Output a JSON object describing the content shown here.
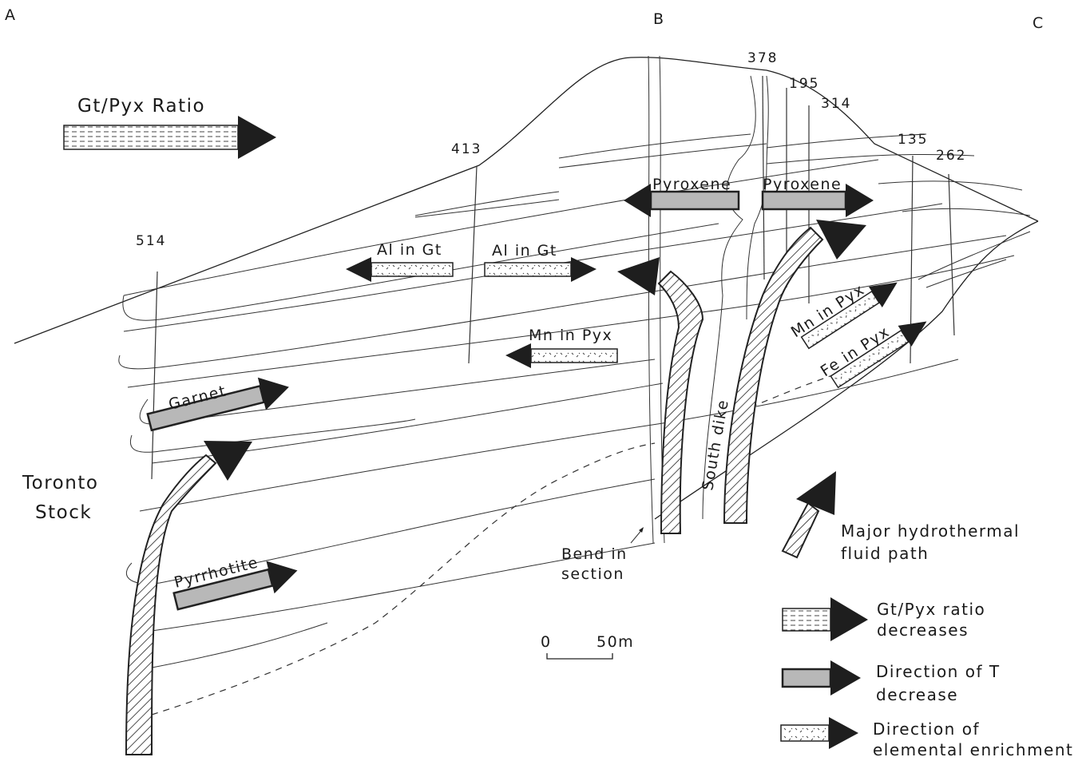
{
  "section_labels": {
    "a": "A",
    "b": "B",
    "c": "C"
  },
  "drill_holes": [
    "514",
    "413",
    "378",
    "195",
    "314",
    "135",
    "262"
  ],
  "title_arrow": "Gt/Pyx Ratio",
  "rock_label": {
    "line1": "Toronto",
    "line2": "Stock"
  },
  "dike_label": "South dike",
  "bend_label": {
    "line1": "Bend in",
    "line2": "section"
  },
  "scale": {
    "zero": "0",
    "end": "50m"
  },
  "arrows": {
    "garnet": "Garnet",
    "pyrrhotite": "Pyrrhotite",
    "pyroxene_left": "Pyroxene",
    "pyroxene_right": "Pyroxene",
    "al_left": "Al in Gt",
    "al_right": "Al in Gt",
    "mn_center": "Mn in Pyx",
    "mn_right": "Mn in Pyx",
    "fe_right": "Fe in Pyx"
  },
  "legend": {
    "fluid": {
      "line1": "Major hydrothermal",
      "line2": "fluid path"
    },
    "ratio": {
      "line1": "Gt/Pyx ratio",
      "line2": "decreases"
    },
    "temperature": {
      "line1": "Direction of T",
      "line2": "decrease"
    },
    "enrichment": {
      "line1": "Direction of",
      "line2": "elemental enrichment"
    }
  },
  "legend_icons": [
    "fluid-path-icon",
    "dashed-arrow-icon",
    "shaded-arrow-icon",
    "speckled-arrow-icon"
  ]
}
